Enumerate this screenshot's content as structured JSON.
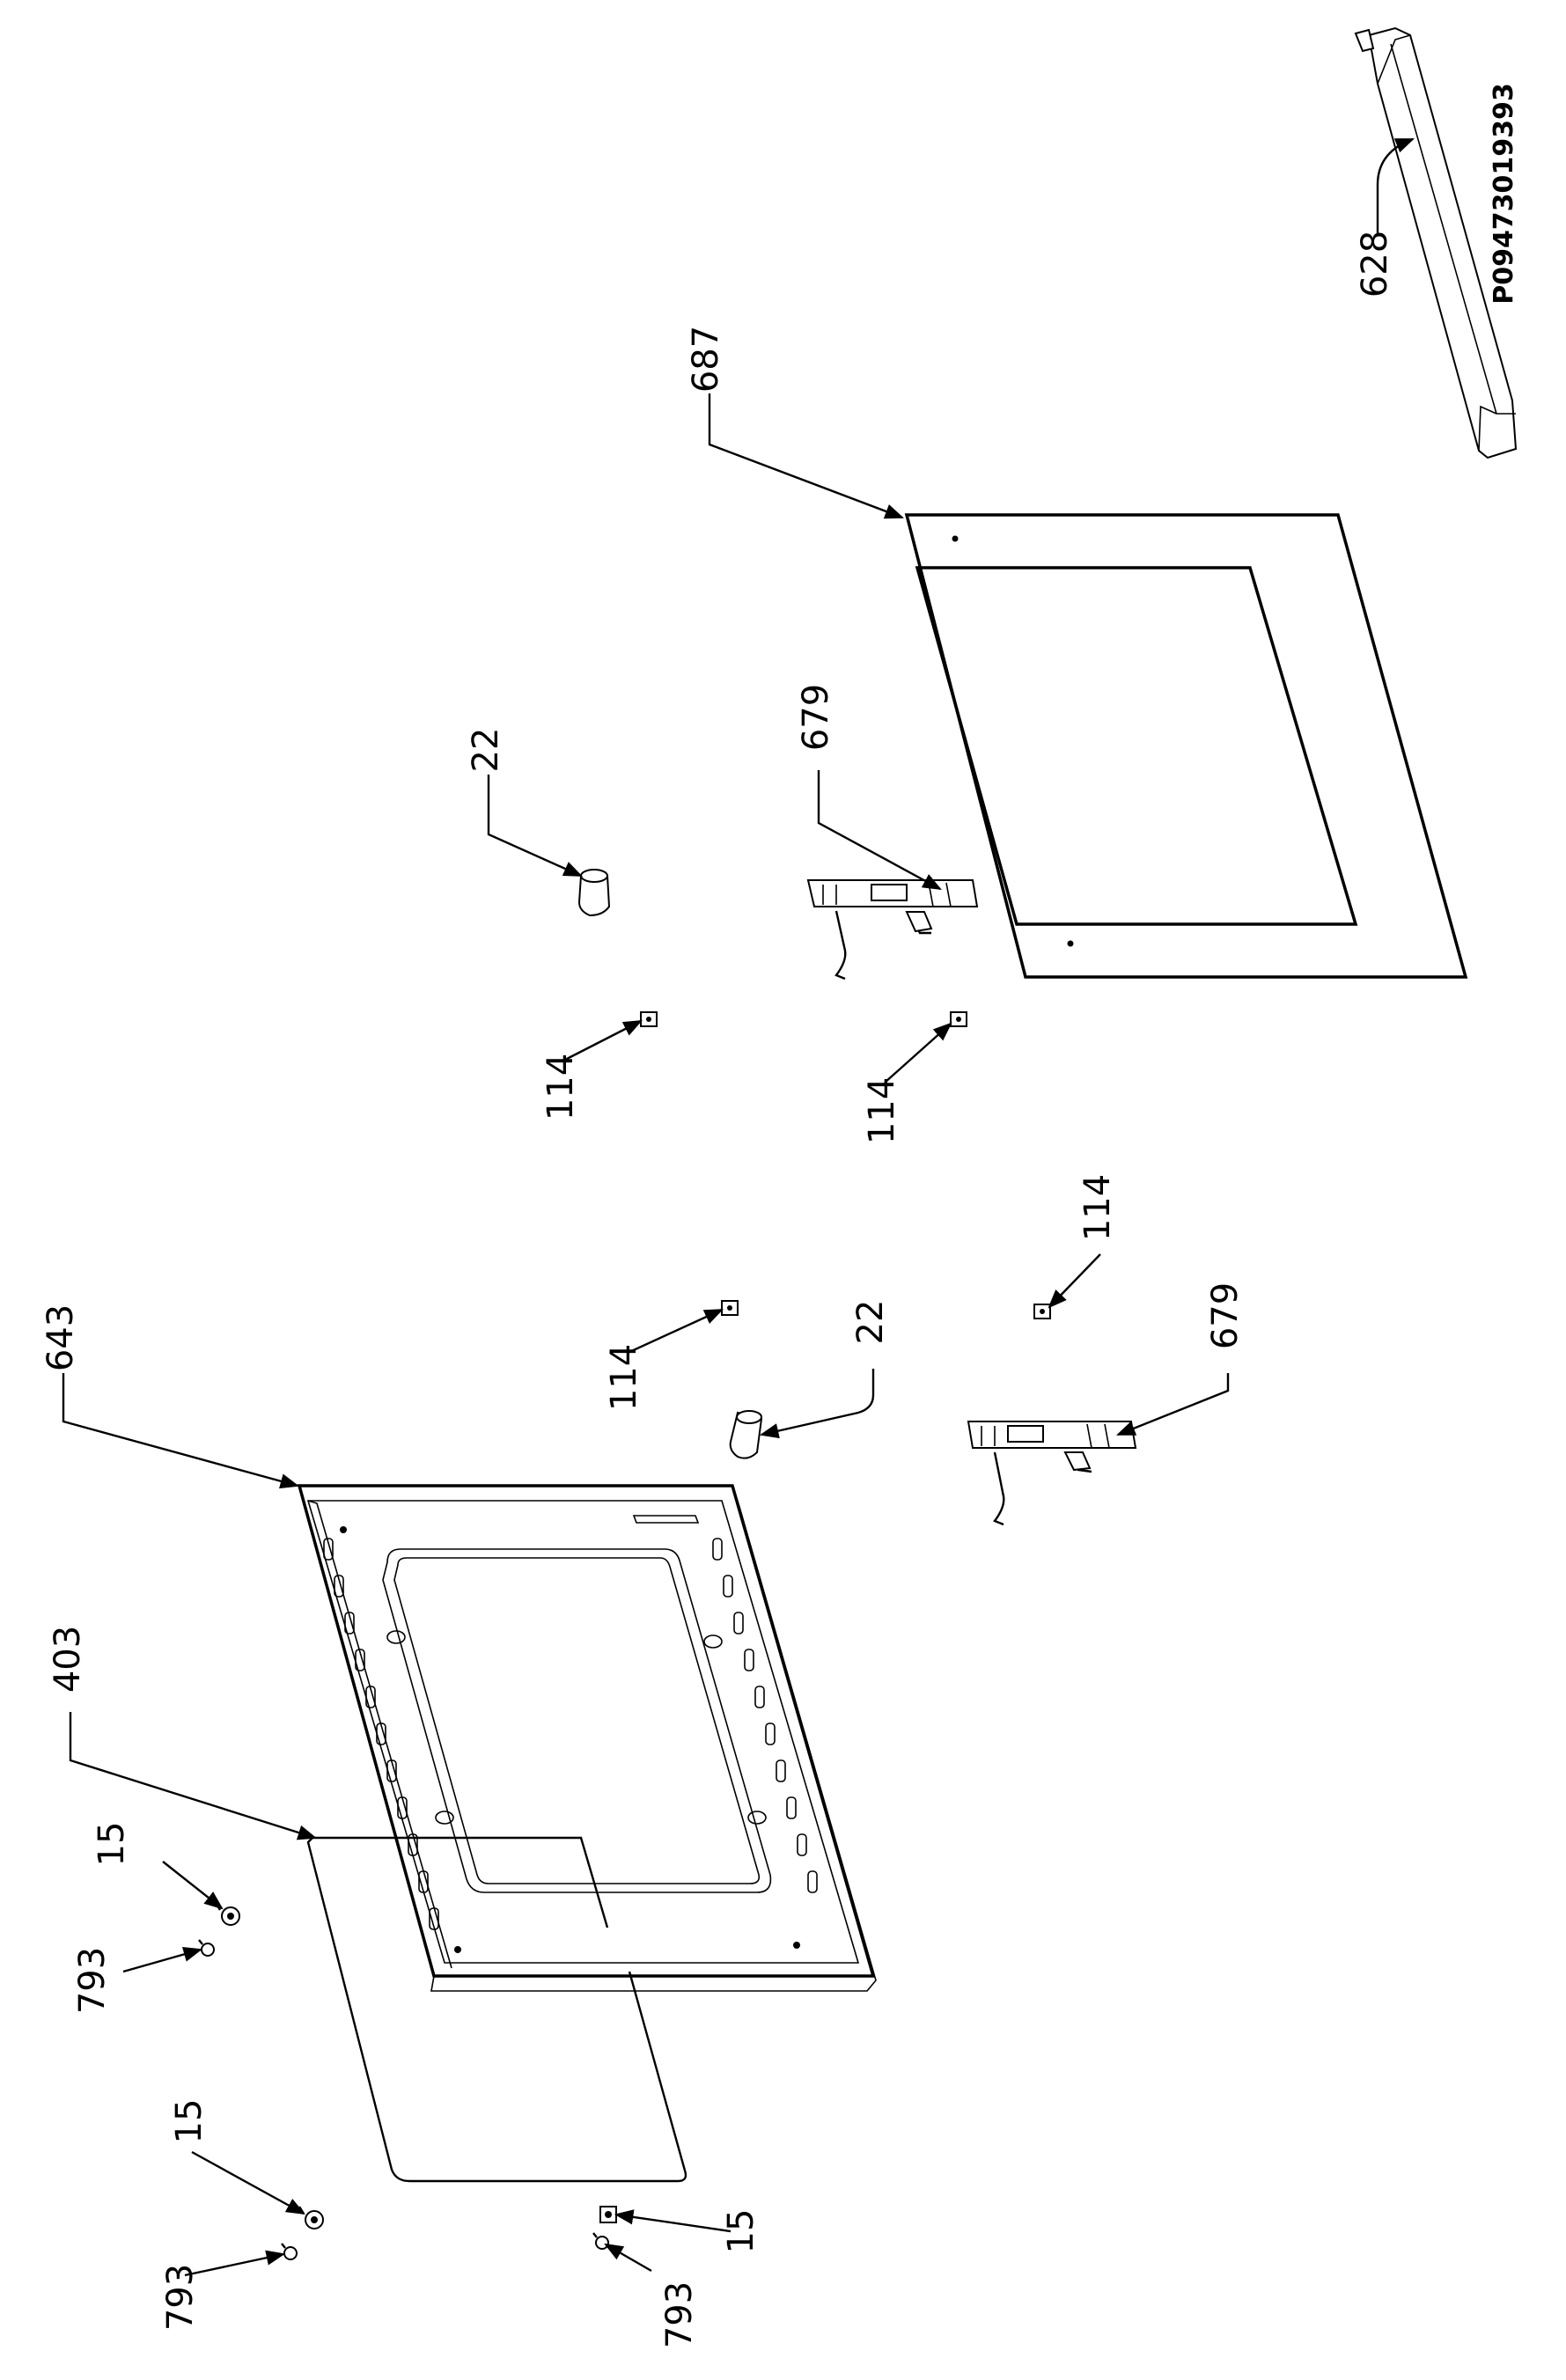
{
  "drawing": {
    "doc_code": "P09473019393",
    "labels": [
      "628",
      "687",
      "22",
      "679",
      "114",
      "114",
      "643",
      "114",
      "22",
      "114",
      "679",
      "403",
      "15",
      "793",
      "15",
      "793",
      "15",
      "793"
    ]
  }
}
